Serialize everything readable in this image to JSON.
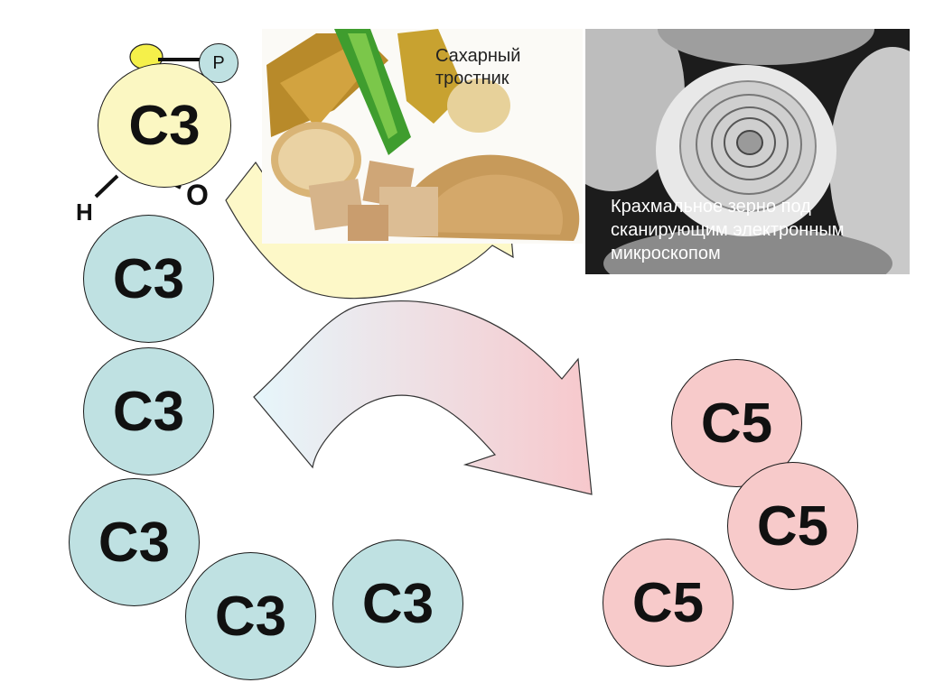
{
  "molecule": {
    "center": "C3",
    "phosphate": "P",
    "hydrogen": "H",
    "oxygen": "O"
  },
  "c3_molecules": [
    "C3",
    "C3",
    "C3",
    "C3",
    "C3"
  ],
  "c5_molecules": [
    "C5",
    "C5",
    "C5"
  ],
  "sugarcane": {
    "caption": "Сахарный тростник"
  },
  "starch": {
    "caption": "Крахмальное зерно под сканирующим электронным микроскопом"
  },
  "colors": {
    "c3_fill": "#bfe1e2",
    "c5_fill": "#f7caca",
    "top_molecule_fill": "#fbf7c2",
    "arrow_start": "#e6f6fb",
    "arrow_end": "#f7c8cc",
    "curved_arrow_fill": "#fdf8c8"
  }
}
